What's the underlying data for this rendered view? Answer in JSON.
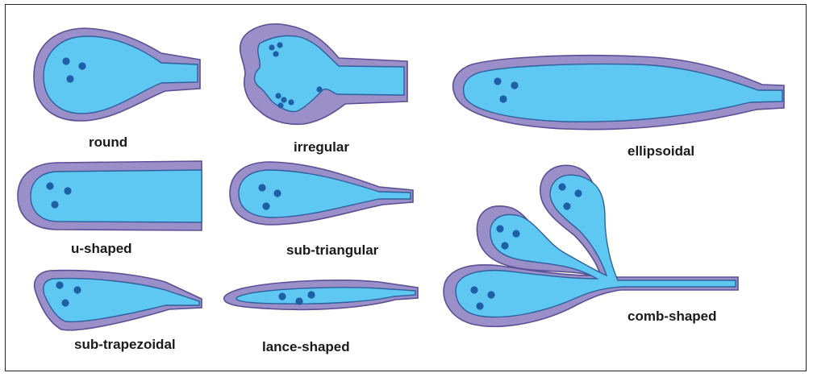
{
  "labels": {
    "round": "round",
    "irregular": "irregular",
    "ellipsoidal": "ellipsoidal",
    "u_shaped": "u-shaped",
    "sub_triangular": "sub-triangular",
    "sub_trapezoidal": "sub-trapezoidal",
    "lance_shaped": "lance-shaped",
    "comb_shaped": "comb-shaped"
  },
  "colors": {
    "outer_layer": "#9a8fc9",
    "inner_body": "#5ec8f3",
    "dots": "#1f5fa8",
    "outline": "#2f5f9b"
  }
}
